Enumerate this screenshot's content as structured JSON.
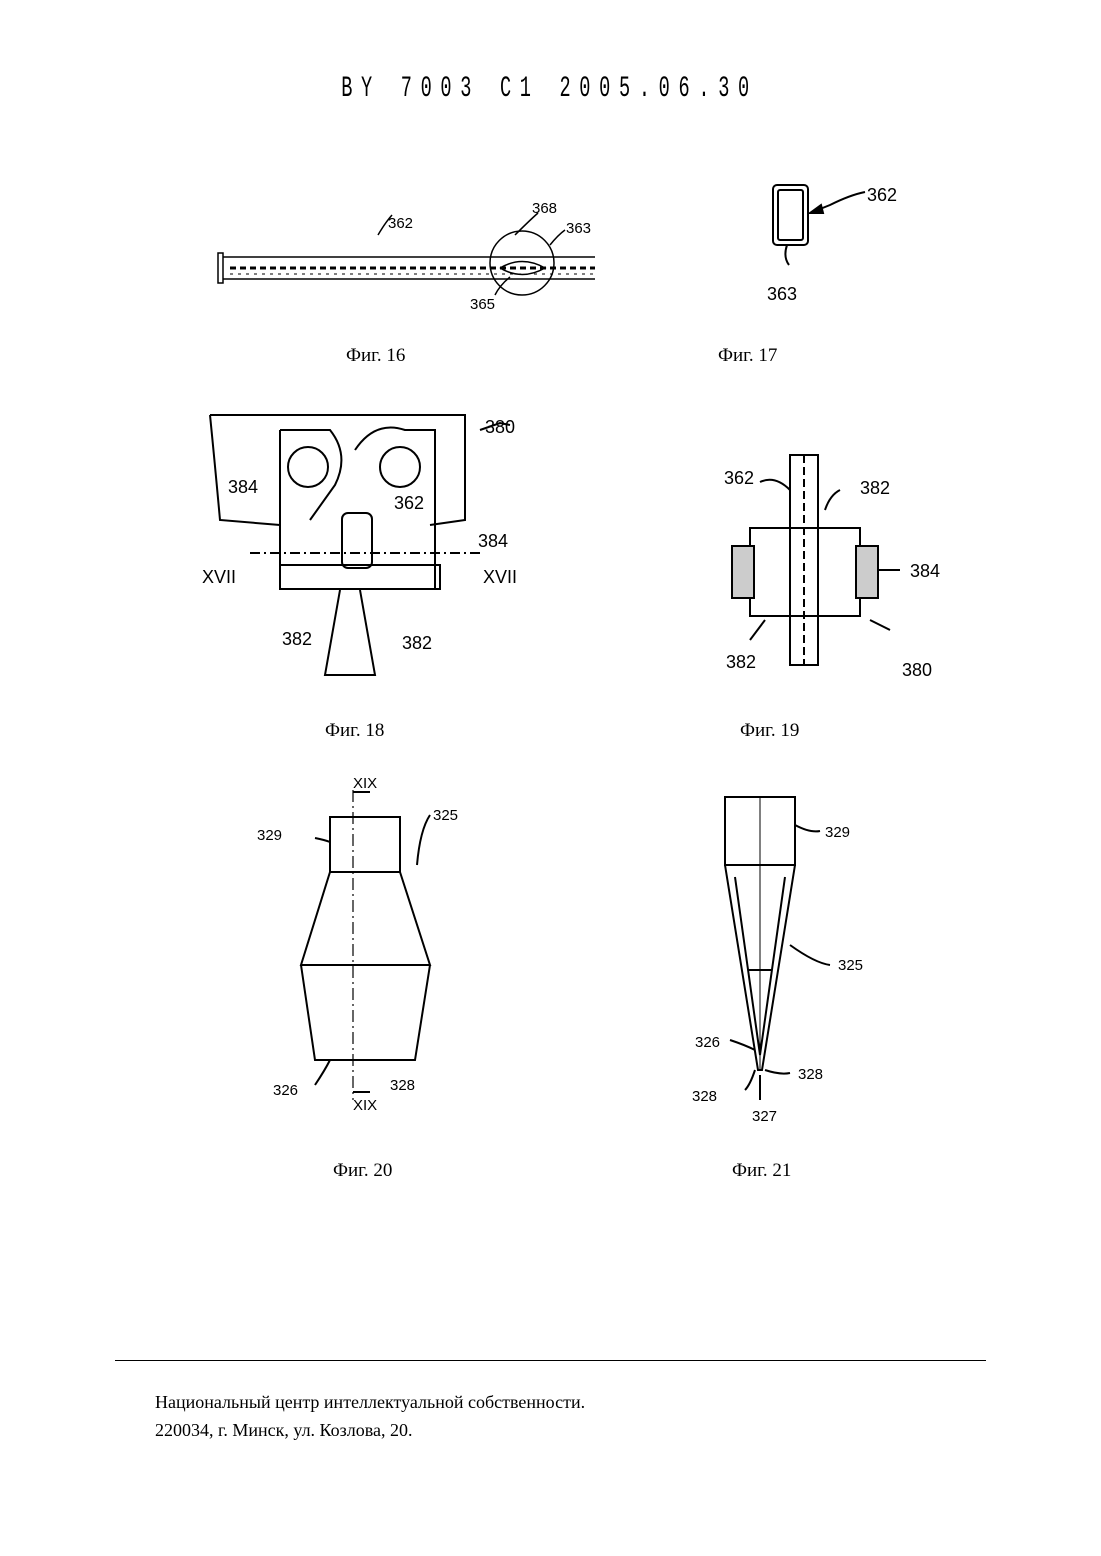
{
  "header": {
    "document_id": "BY 7003 C1 2005.06.30"
  },
  "figures": {
    "fig16": {
      "caption": "Фиг. 16",
      "labels": [
        "362",
        "368",
        "363",
        "365"
      ]
    },
    "fig17": {
      "caption": "Фиг. 17",
      "labels": [
        "362",
        "363"
      ]
    },
    "fig18": {
      "caption": "Фиг. 18",
      "labels": [
        "380",
        "384",
        "362",
        "384",
        "XVII",
        "XVII",
        "382",
        "382"
      ]
    },
    "fig19": {
      "caption": "Фиг. 19",
      "labels": [
        "362",
        "382",
        "384",
        "382",
        "380"
      ]
    },
    "fig20": {
      "caption": "Фиг. 20",
      "labels": [
        "XIX",
        "325",
        "329",
        "326",
        "328",
        "XIX"
      ]
    },
    "fig21": {
      "caption": "Фиг. 21",
      "labels": [
        "329",
        "325",
        "326",
        "328",
        "328",
        "327"
      ]
    }
  },
  "footer": {
    "line1": "Национальный центр интеллектуальной собственности.",
    "line2": "220034, г. Минск, ул. Козлова, 20."
  }
}
